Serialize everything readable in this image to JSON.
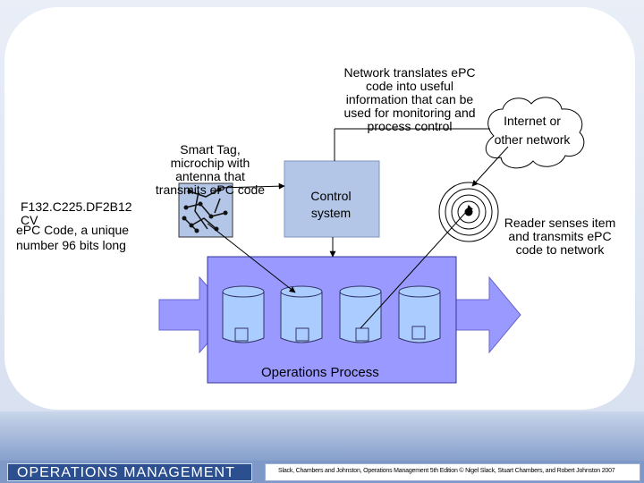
{
  "network_text": [
    "Network translates ePC",
    "code into useful",
    "information that can be",
    "used for monitoring and",
    "process control"
  ],
  "internet_text": [
    "Internet or",
    "other network"
  ],
  "smart_tag_text": [
    "Smart Tag,",
    "microchip with",
    "antenna that",
    "transmits ePC code"
  ],
  "epc_code_text": [
    "F132.C225.DF2B12",
    "CV"
  ],
  "epc_desc_text": [
    "ePC Code, a unique",
    "number 96 bits long"
  ],
  "control_text": [
    "Control",
    "system"
  ],
  "reader_text": [
    "Reader senses item",
    "and transmits ePC",
    "code to network"
  ],
  "operations_label": "Operations Process",
  "footer": {
    "logo": "OPERATIONS MANAGEMENT",
    "credit": "Slack, Chambers and Johnston, Operations Management 5th Edition © Nigel Slack, Stuart Chambers, and Robert Johnston 2007"
  },
  "colors": {
    "process_fill": "#9999ff",
    "container_fill": "#aaccff",
    "control_fill": "#b3c6e7",
    "arrow_fill": "#9999ff"
  }
}
